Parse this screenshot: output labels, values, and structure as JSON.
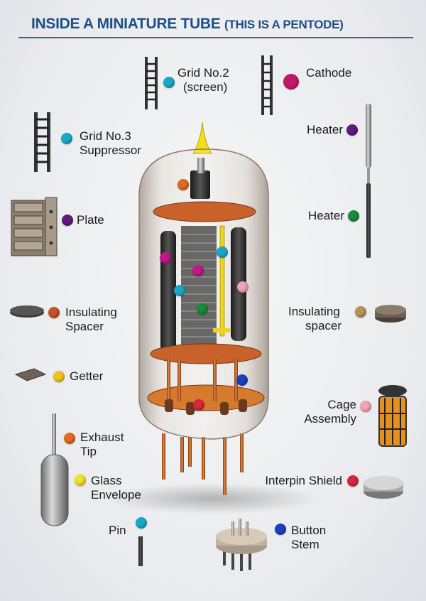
{
  "title": {
    "main": "INSIDE A MINIATURE TUBE",
    "sub": "(THIS IS A PENTODE)"
  },
  "labels": {
    "grid2": [
      "Grid No.2",
      "(screen)"
    ],
    "cathode": [
      "Cathode"
    ],
    "grid3": [
      "Grid No.3",
      "Suppressor"
    ],
    "heater_top": [
      "Heater"
    ],
    "plate": [
      "Plate"
    ],
    "heater": [
      "Heater"
    ],
    "ins_left": [
      "Insulating",
      "Spacer"
    ],
    "ins_right": [
      "Insulating",
      "spacer"
    ],
    "getter": [
      "Getter"
    ],
    "cage": [
      "Cage",
      "Assembly"
    ],
    "exhaust": [
      "Exhaust",
      "Tip"
    ],
    "glass": [
      "Glass",
      "Envelope"
    ],
    "interpin": [
      "Interpin Shield"
    ],
    "pin": [
      "Pin"
    ],
    "button": [
      "Button",
      "Stem"
    ]
  },
  "colors": {
    "title": "#1f4f86",
    "cyan": "#1ba7c9",
    "magenta": "#c2186b",
    "purple": "#5e1b7a",
    "green": "#1a8a3c",
    "orange": "#e06a1f",
    "rust": "#c8502a",
    "yellow": "#f0c419",
    "pink": "#f2a3b5",
    "tan": "#b8925a",
    "red": "#d6283a",
    "blue": "#1c3fc2",
    "copper": "#c9692a",
    "glass_tip": "#f2e01c"
  }
}
